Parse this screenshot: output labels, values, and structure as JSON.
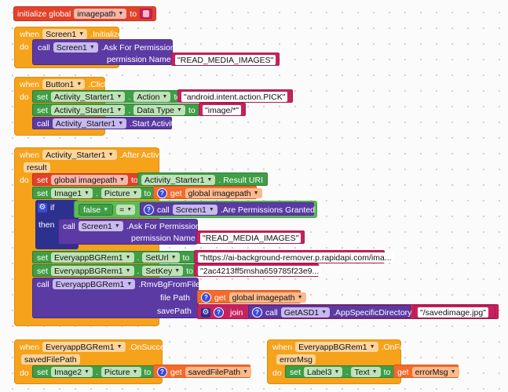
{
  "labels": {
    "initialize_global": "initialize global",
    "to": "to",
    "when": "when",
    "do": "do",
    "call": "call",
    "set": "set",
    "get": "get",
    "if": "if",
    "then": "then",
    "join": "join",
    "eq": "=",
    "permission_name": "permission Name",
    "file_path": "file Path",
    "save_path": "savePath",
    "ask_permission": ".Ask For Permission",
    "start_activity": ".Start Activity",
    "result_uri": ". Result URI",
    "perm_granted": ".Are Permissions Granted",
    "rmv_bg": ".RmvBgFromFile",
    "app_dir": ".AppSpecificDirectory"
  },
  "init_block": {
    "var_name": "imagepath",
    "value": ""
  },
  "screen_init": {
    "component": "Screen1",
    "event": ".Initialize",
    "call_component": "Screen1",
    "permission": "READ_MEDIA_IMAGES"
  },
  "button_click": {
    "component": "Button1",
    "event": ".Click",
    "set1_component": "Activity_Starter1",
    "set1_prop": "Action",
    "set1_value": "android.intent.action.PICK",
    "set2_component": "Activity_Starter1",
    "set2_prop": "Data Type",
    "set2_value": "image/*",
    "call_component": "Activity_Starter1"
  },
  "after_activity": {
    "component": "Activity_Starter1",
    "event": ".After Activity",
    "param": "result",
    "set_global": "global imagepath",
    "uri_component": "Activity_Starter1",
    "img_component": "Image1",
    "img_prop": "Picture",
    "get_var": "global imagepath",
    "false_value": "false",
    "perm_component": "Screen1",
    "ask_component": "Screen1",
    "permission": "READ_MEDIA_IMAGES",
    "url_component": "EveryappBGRem1",
    "url_prop": "SetUrl",
    "url_value": "https://ai-background-remover.p.rapidapi.com/ima...",
    "key_component": "EveryappBGRem1",
    "key_prop": "SetKey",
    "key_value": "2ac4213ff5msha659785f23e9...",
    "rmv_component": "EveryappBGRem1",
    "file_var": "global imagepath",
    "dir_component": "GetASD1",
    "suffix": "/savedimage.jpg"
  },
  "on_success": {
    "component": "EveryappBGRem1",
    "event": ".OnSuccess",
    "param": "savedFilePath",
    "img_component": "Image2",
    "img_prop": "Picture",
    "get_var": "savedFilePath"
  },
  "on_fail": {
    "component": "EveryappBGRem1",
    "event": ".OnFail",
    "param": "errorMsg",
    "lbl_component": "Label3",
    "lbl_prop": "Text",
    "get_var": "errorMsg"
  }
}
